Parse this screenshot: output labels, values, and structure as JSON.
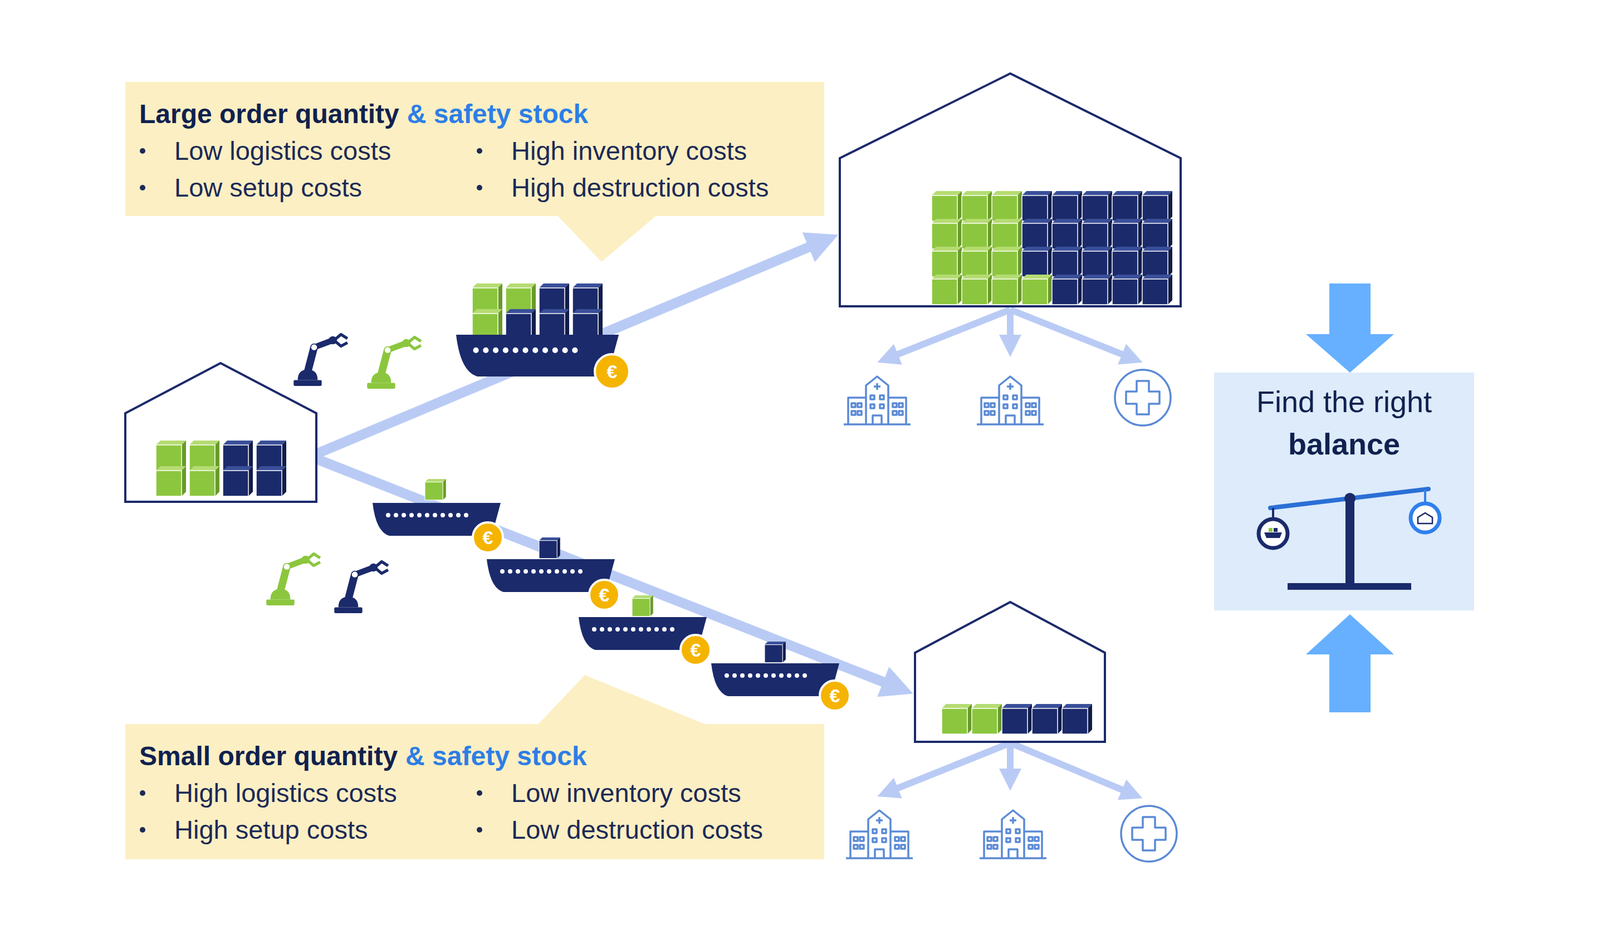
{
  "diagram": {
    "nodes": [
      {
        "text": [
          "Large order quantity",
          "& safety stock",
          "Low logistics costs",
          "Low setup costs",
          "High inventory costs",
          "High destruction costs"
        ]
      },
      {
        "text": [
          "Find the right",
          "balance"
        ]
      },
      {
        "text": [
          "Small order quantity",
          "& safety stock",
          "High logistics costs",
          "High setup costs",
          "Low inventory costs",
          "Low destruction costs"
        ]
      }
    ],
    "labels": [
      "€",
      "€",
      "€",
      "€",
      "€"
    ]
  }
}
